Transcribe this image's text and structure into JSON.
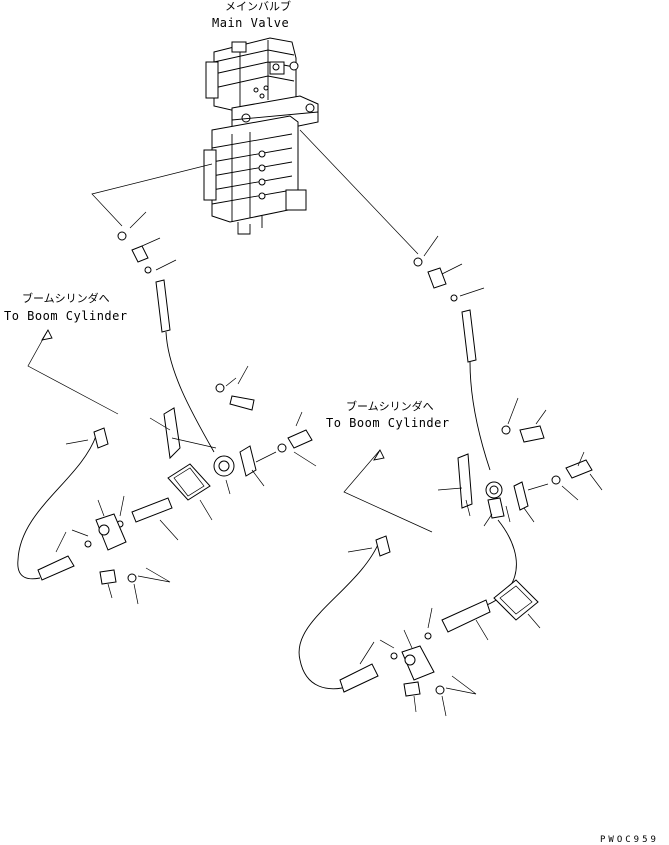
{
  "labels": {
    "main_valve_jp": "メインバルブ",
    "main_valve_en": "Main Valve",
    "to_boom_left_jp": "ブームシリンダへ",
    "to_boom_left_en": "To Boom Cylinder",
    "to_boom_right_jp": "ブームシリンダへ",
    "to_boom_right_en": "To Boom Cylinder",
    "drawing_code": "PWOC959"
  }
}
